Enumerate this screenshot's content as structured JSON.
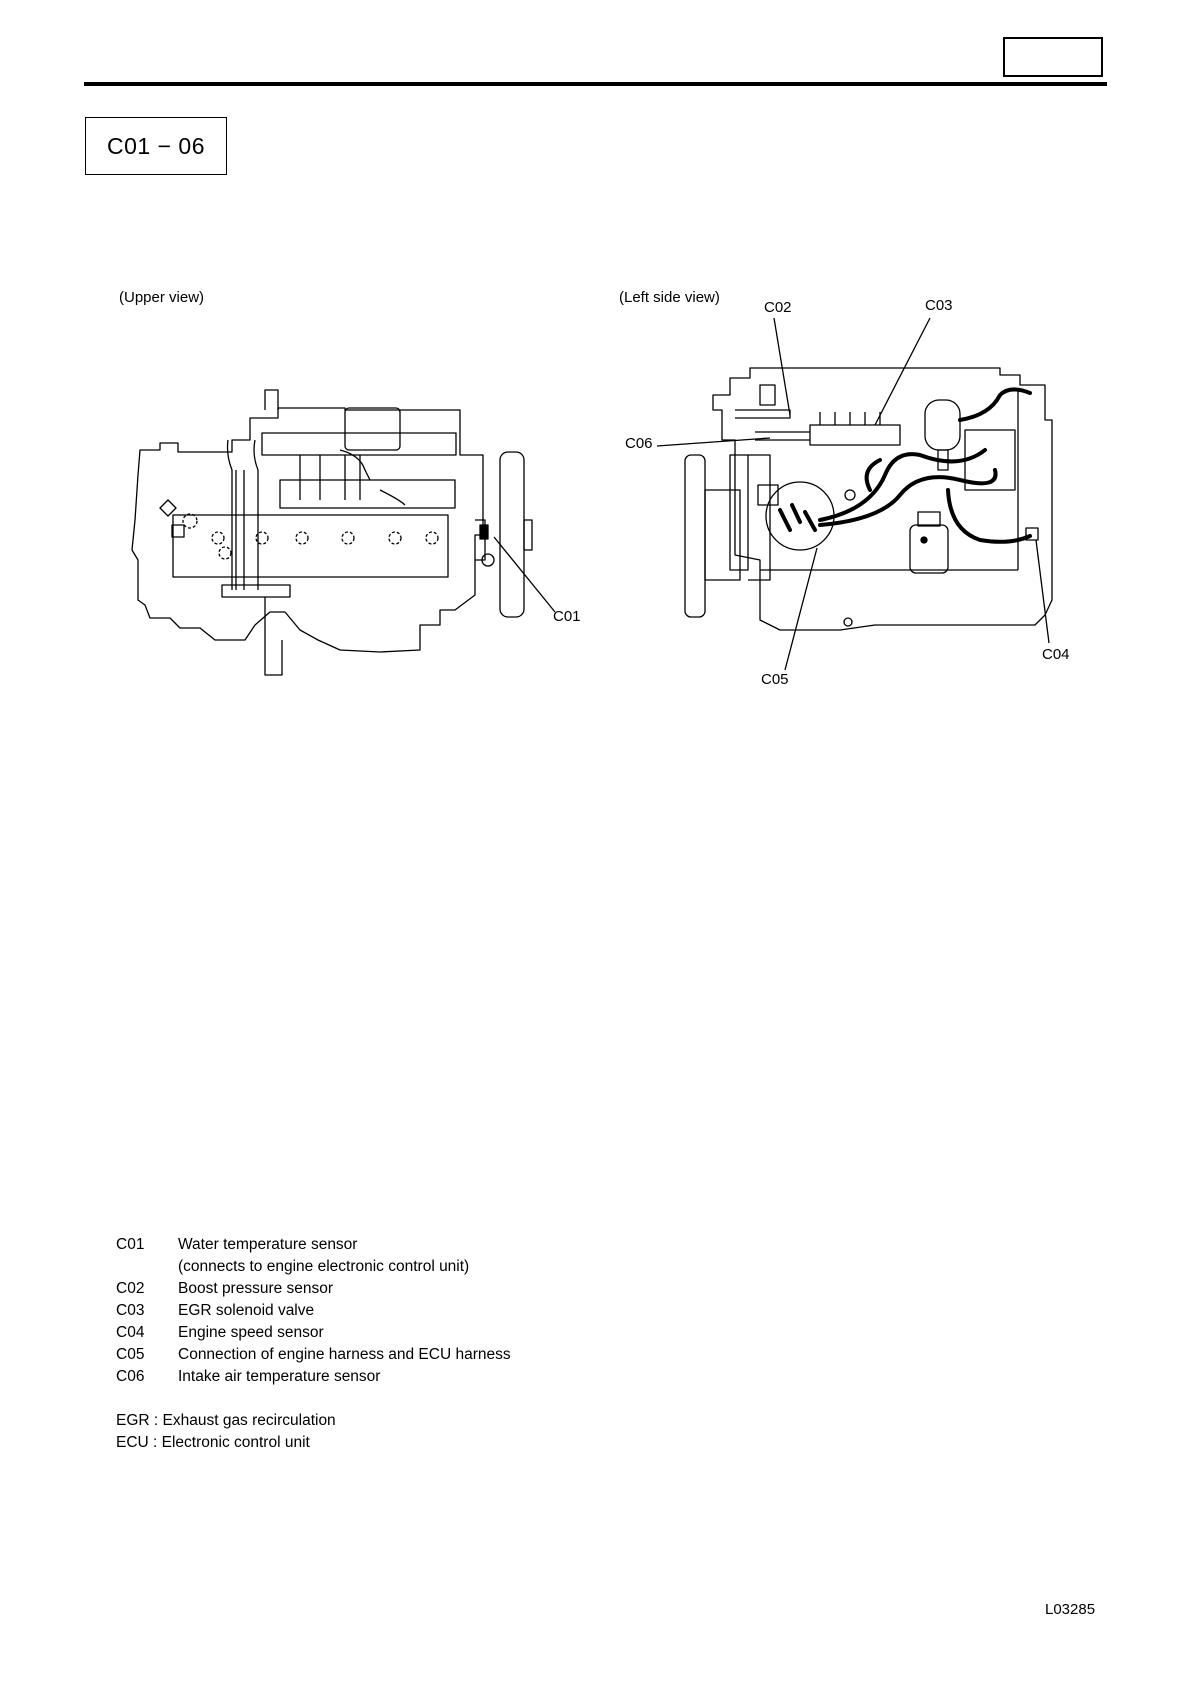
{
  "header": {
    "section_code": "C01 − 06"
  },
  "views": {
    "upper": "(Upper view)",
    "left_side": "(Left side view)"
  },
  "callouts": {
    "c01": "C01",
    "c02": "C02",
    "c03": "C03",
    "c04": "C04",
    "c05": "C05",
    "c06": "C06"
  },
  "legend": [
    {
      "code": "C01",
      "desc": "Water temperature sensor"
    },
    {
      "code": "",
      "desc": "(connects to engine electronic control unit)"
    },
    {
      "code": "C02",
      "desc": "Boost pressure sensor"
    },
    {
      "code": "C03",
      "desc": "EGR solenoid valve"
    },
    {
      "code": "C04",
      "desc": "Engine speed sensor"
    },
    {
      "code": "C05",
      "desc": "Connection of engine harness and ECU harness"
    },
    {
      "code": "C06",
      "desc": "Intake air temperature sensor"
    }
  ],
  "abbreviations": [
    "EGR : Exhaust gas recirculation",
    "ECU : Electronic control unit"
  ],
  "footer": {
    "doc_code": "L03285"
  }
}
